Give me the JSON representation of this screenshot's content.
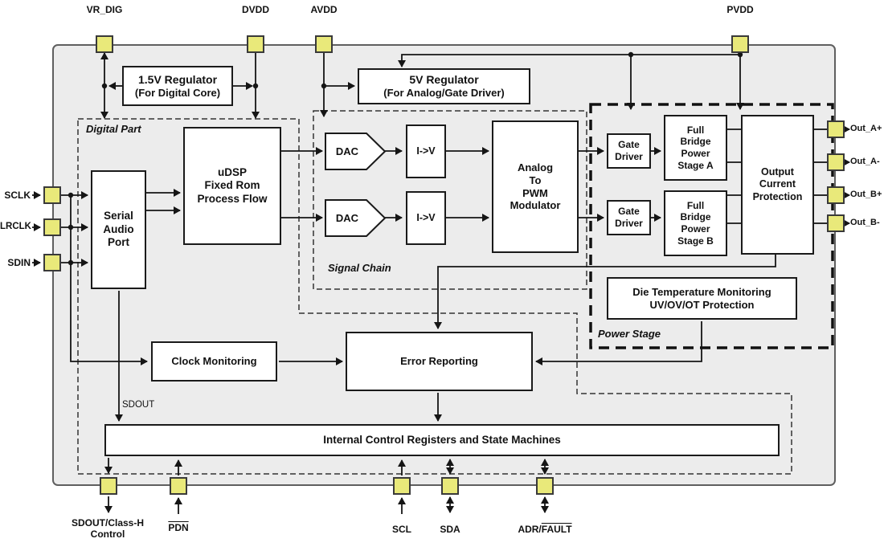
{
  "regions": {
    "digital": "Digital Part",
    "signal": "Signal Chain",
    "power": "Power Stage"
  },
  "pins": {
    "top": [
      {
        "label": "VR_DIG"
      },
      {
        "label": "DVDD"
      },
      {
        "label": "AVDD"
      },
      {
        "label": "PVDD"
      }
    ],
    "left": [
      {
        "label": "SCLK"
      },
      {
        "label": "LRCLK"
      },
      {
        "label": "SDIN"
      }
    ],
    "right": [
      {
        "label": "Out_A+"
      },
      {
        "label": "Out_A-"
      },
      {
        "label": "Out_B+"
      },
      {
        "label": "Out_B-"
      }
    ],
    "bottom": [
      {
        "label": "SDOUT/Class-H Control"
      },
      {
        "label": "PDN",
        "overline": true
      },
      {
        "label": "SCL"
      },
      {
        "label": "SDA"
      },
      {
        "label_prefix": "ADR/",
        "label_overline": "FAULT"
      }
    ]
  },
  "blocks": {
    "reg15": {
      "lines": [
        "1.5V Regulator",
        "(For Digital Core)"
      ]
    },
    "reg5": {
      "lines": [
        "5V Regulator",
        "(For Analog/Gate Driver)"
      ]
    },
    "sap": {
      "lines": [
        "Serial",
        "Audio",
        "Port"
      ]
    },
    "udsp": {
      "lines": [
        "uDSP",
        "Fixed Rom",
        "Process Flow"
      ]
    },
    "dac_a": {
      "label": "DAC"
    },
    "dac_b": {
      "label": "DAC"
    },
    "iv_a": {
      "label": "I->V"
    },
    "iv_b": {
      "label": "I->V"
    },
    "pwm": {
      "lines": [
        "Analog",
        "To",
        "PWM",
        "Modulator"
      ]
    },
    "gd_a": {
      "lines": [
        "Gate",
        "Driver"
      ]
    },
    "gd_b": {
      "lines": [
        "Gate",
        "Driver"
      ]
    },
    "bridge_a": {
      "lines": [
        "Full",
        "Bridge",
        "Power",
        "Stage A"
      ]
    },
    "bridge_b": {
      "lines": [
        "Full",
        "Bridge",
        "Power",
        "Stage B"
      ]
    },
    "ocp": {
      "lines": [
        "Output",
        "Current",
        "Protection"
      ]
    },
    "dietemp": {
      "lines": [
        "Die Temperature Monitoring",
        "UV/OV/OT Protection"
      ]
    },
    "clock": {
      "label": "Clock Monitoring"
    },
    "error": {
      "label": "Error Reporting"
    },
    "regs": {
      "label": "Internal Control Registers and State Machines"
    }
  },
  "labels": {
    "sdout": "SDOUT"
  },
  "colors": {
    "pin_fill": "#e9e97a",
    "chip_fill": "#ececec",
    "line": "#151515",
    "block_fill": "#ffffff"
  }
}
